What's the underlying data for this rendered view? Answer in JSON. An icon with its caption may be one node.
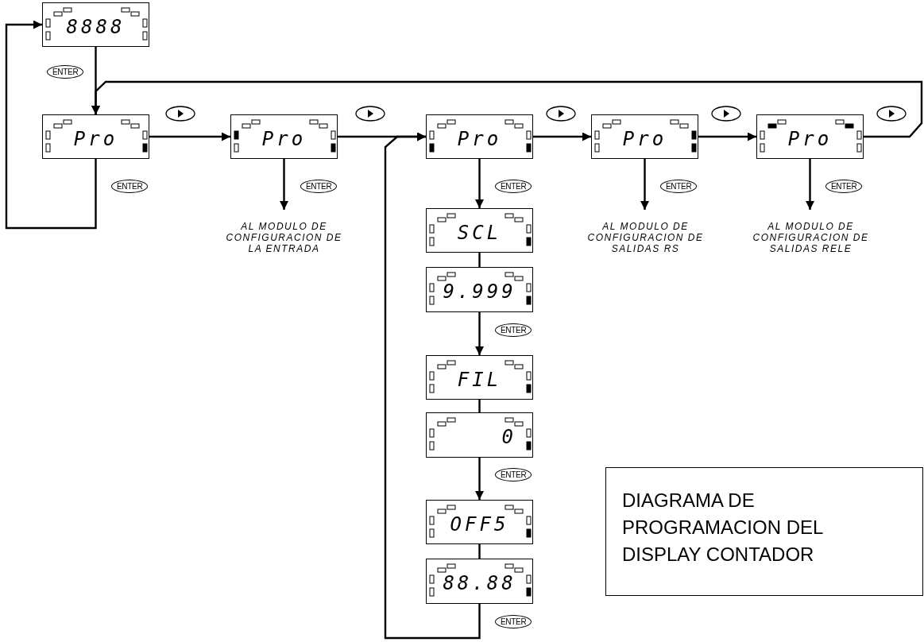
{
  "diagram": {
    "nodes": [
      {
        "text": [
          "8888"
        ]
      },
      {
        "text": [
          "Pro"
        ]
      },
      {
        "text": [
          "Pro"
        ]
      },
      {
        "text": [
          "Pro"
        ]
      },
      {
        "text": [
          "Pro"
        ]
      },
      {
        "text": [
          "Pro"
        ]
      },
      {
        "text": [
          "SCL"
        ]
      },
      {
        "text": [
          "9.999"
        ]
      },
      {
        "text": [
          "FIL"
        ]
      },
      {
        "text": [
          "0"
        ]
      },
      {
        "text": [
          "OFF5"
        ]
      },
      {
        "text": [
          "88.88"
        ]
      },
      {
        "text": [
          "AL MODULO DE CONFIGURACION DE LA ENTRADA"
        ]
      },
      {
        "text": [
          "AL MODULO DE CONFIGURACION DE SALIDAS RS"
        ]
      },
      {
        "text": [
          "AL MODULO DE CONFIGURACION DE SALIDAS RELE"
        ]
      },
      {
        "text": [
          "DIAGRAMA DE PROGRAMACION DEL DISPLAY CONTADOR"
        ]
      }
    ],
    "edges": [
      {
        "from": 0,
        "to": 1,
        "arrow": "to",
        "label": "ENTER"
      },
      {
        "from": 1,
        "to": 0,
        "arrow": "to",
        "label": "ENTER"
      },
      {
        "from": 1,
        "to": 2,
        "arrow": "to"
      },
      {
        "from": 2,
        "to": 12,
        "arrow": "to",
        "label": "ENTER"
      },
      {
        "from": 2,
        "to": 3,
        "arrow": "to"
      },
      {
        "from": 3,
        "to": 6,
        "arrow": "to",
        "label": "ENTER"
      },
      {
        "from": 6,
        "to": 7,
        "arrow": "none"
      },
      {
        "from": 7,
        "to": 8,
        "arrow": "to",
        "label": "ENTER"
      },
      {
        "from": 8,
        "to": 9,
        "arrow": "none"
      },
      {
        "from": 9,
        "to": 10,
        "arrow": "to",
        "label": "ENTER"
      },
      {
        "from": 10,
        "to": 11,
        "arrow": "none"
      },
      {
        "from": 11,
        "to": 3,
        "arrow": "to",
        "label": "ENTER"
      },
      {
        "from": 3,
        "to": 4,
        "arrow": "to"
      },
      {
        "from": 4,
        "to": 13,
        "arrow": "to",
        "label": "ENTER"
      },
      {
        "from": 4,
        "to": 5,
        "arrow": "to"
      },
      {
        "from": 5,
        "to": 14,
        "arrow": "to",
        "label": "ENTER"
      },
      {
        "from": 5,
        "to": 1,
        "arrow": "to"
      }
    ]
  }
}
